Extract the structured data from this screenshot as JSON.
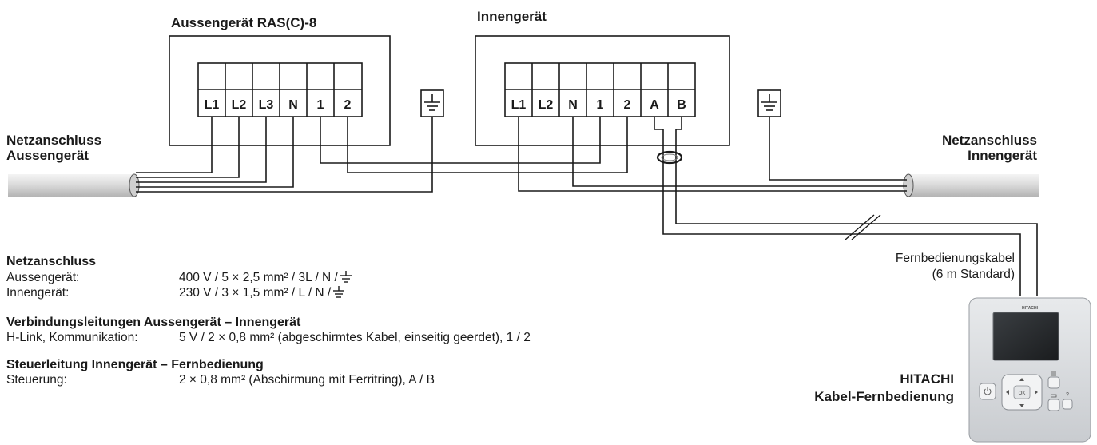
{
  "outdoor_unit": {
    "title": "Aussengerät RAS(C)-8",
    "terminals": [
      "L1",
      "L2",
      "L3",
      "N",
      "1",
      "2"
    ]
  },
  "indoor_unit": {
    "title": "Innengerät",
    "terminals": [
      "L1",
      "L2",
      "N",
      "1",
      "2",
      "A",
      "B"
    ]
  },
  "left_supply": {
    "line1": "Netzanschluss",
    "line2": "Aussengerät"
  },
  "right_supply": {
    "line1": "Netzanschluss",
    "line2": "Innengerät"
  },
  "remote_cable": {
    "line1": "Fernbedienungskabel",
    "line2": "(6 m Standard)"
  },
  "remote": {
    "brand": "HITACHI",
    "name": "Kabel-Fernbedienung",
    "face_brand": "HITACHI",
    "ok_label": "OK",
    "help_label": "?"
  },
  "specs": {
    "power_heading": "Netzanschluss",
    "outdoor_label": "Aussengerät:",
    "outdoor_value": "400 V / 5 × 2,5 mm² / 3L / N /",
    "indoor_label": "Innengerät:",
    "indoor_value": "230 V / 3 × 1,5 mm² / L / N /",
    "link_heading": "Verbindungsleitungen Aussengerät – Innengerät",
    "link_label": "H-Link, Kommunikation:",
    "link_value": "5 V / 2 × 0,8 mm² (abgeschirmtes Kabel, einseitig geerdet), 1 / 2",
    "control_heading": "Steuerleitung Innengerät – Fernbedienung",
    "control_label": "Steuerung:",
    "control_value": "2 × 0,8 mm² (Abschirmung mit Ferritring), A / B"
  }
}
